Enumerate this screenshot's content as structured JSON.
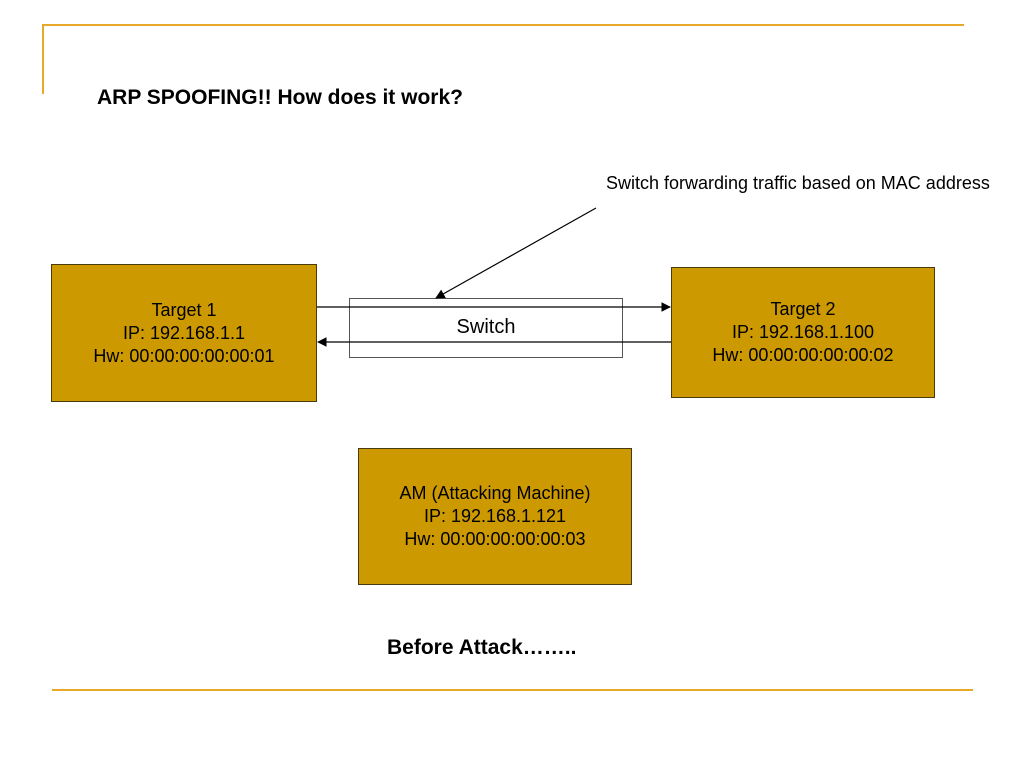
{
  "slide": {
    "title": "ARP SPOOFING!! How does it work?",
    "caption": "Before Attack……..",
    "accent_color": "#e8a828",
    "node_color": "#cc9900"
  },
  "callout": {
    "text": "Switch forwarding traffic based on MAC address"
  },
  "switch": {
    "label": "Switch"
  },
  "nodes": {
    "target1": {
      "name": "Target 1",
      "ip": "IP: 192.168.1.1",
      "hw": "Hw: 00:00:00:00:00:01"
    },
    "target2": {
      "name": "Target 2",
      "ip": "IP: 192.168.1.100",
      "hw": "Hw: 00:00:00:00:00:02"
    },
    "attacker": {
      "name": "AM (Attacking Machine)",
      "ip": "IP: 192.168.1.121",
      "hw": "Hw: 00:00:00:00:00:03"
    }
  }
}
